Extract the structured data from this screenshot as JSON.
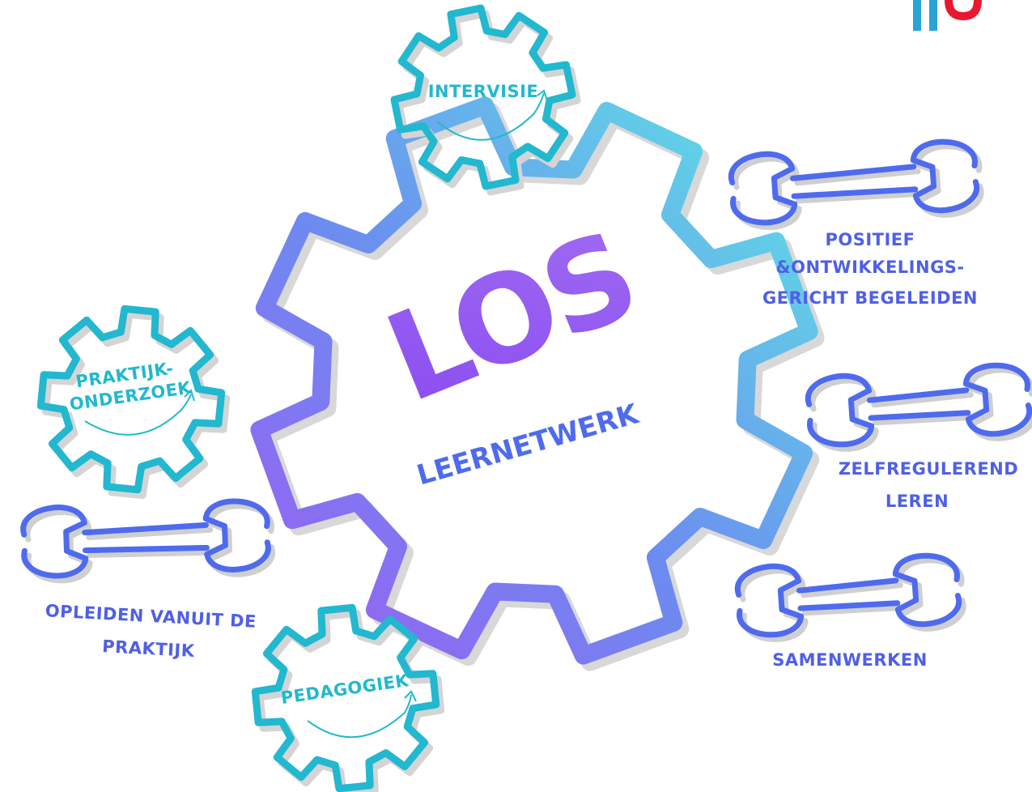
{
  "center": {
    "title": "LOS",
    "subtitle": "LEERNETWERK"
  },
  "gears": [
    {
      "id": "intervisie",
      "lines": [
        "INTERVISIE"
      ]
    },
    {
      "id": "praktijkonderzoek",
      "lines": [
        "PRAKTIJK-",
        "ONDERZOEK"
      ]
    },
    {
      "id": "pedagogiek",
      "lines": [
        "PEDAGOGIEK"
      ]
    }
  ],
  "wrenches": [
    {
      "id": "positief",
      "lines": [
        "POSITIEF",
        "&ONTWIKKELINGS-",
        "GERICHT BEGELEIDEN"
      ]
    },
    {
      "id": "zelfregulerend",
      "lines": [
        "ZELFREGULEREND",
        "LEREN"
      ]
    },
    {
      "id": "samenwerken",
      "lines": [
        "SAMENWERKEN"
      ]
    },
    {
      "id": "opleiden",
      "lines": [
        "OPLEIDEN VANUIT DE",
        "PRAKTIJK"
      ]
    }
  ],
  "colors": {
    "gear_small": "#22b8cf",
    "gear_big_start": "#8b5cf6",
    "gear_big_end": "#5ee0e6",
    "wrench": "#4f6bed",
    "label": "#4f5fe8",
    "center_text": "#8b4cf0",
    "logo_blue": "#2aa3d6",
    "logo_red": "#e8182e"
  }
}
